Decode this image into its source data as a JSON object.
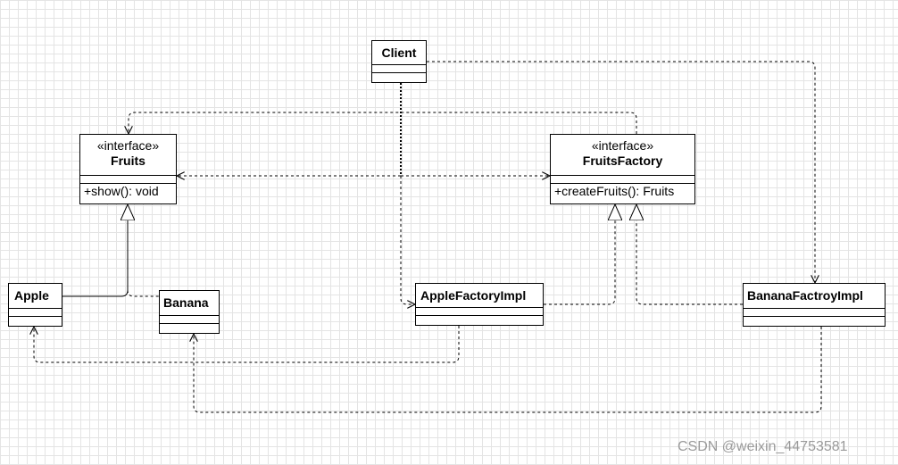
{
  "diagram": {
    "classes": {
      "client": {
        "name": "Client"
      },
      "fruits": {
        "stereotype": "«interface»",
        "name": "Fruits",
        "method": "+show(): void"
      },
      "fruits_factory": {
        "stereotype": "«interface»",
        "name": "FruitsFactory",
        "method": "+createFruits(): Fruits"
      },
      "apple": {
        "name": "Apple"
      },
      "banana": {
        "name": "Banana"
      },
      "apple_factory_impl": {
        "name": "AppleFactoryImpl"
      },
      "banana_factory_impl": {
        "name": "BananaFactroyImpl"
      }
    },
    "relations": [
      {
        "from": "Client",
        "to": "Fruits",
        "kind": "dependency"
      },
      {
        "from": "Client",
        "to": "FruitsFactory",
        "kind": "dependency"
      },
      {
        "from": "Client",
        "to": "AppleFactoryImpl",
        "kind": "dependency"
      },
      {
        "from": "Client",
        "to": "BananaFactroyImpl",
        "kind": "dependency"
      },
      {
        "from": "FruitsFactory",
        "to": "Fruits",
        "kind": "dependency"
      },
      {
        "from": "Apple",
        "to": "Fruits",
        "kind": "realization"
      },
      {
        "from": "Banana",
        "to": "Fruits",
        "kind": "realization"
      },
      {
        "from": "AppleFactoryImpl",
        "to": "FruitsFactory",
        "kind": "realization"
      },
      {
        "from": "BananaFactroyImpl",
        "to": "FruitsFactory",
        "kind": "realization"
      },
      {
        "from": "AppleFactoryImpl",
        "to": "Apple",
        "kind": "dependency"
      },
      {
        "from": "BananaFactroyImpl",
        "to": "Banana",
        "kind": "dependency"
      }
    ]
  },
  "watermark": "CSDN @weixin_44753581",
  "colors": {
    "line": "#000000",
    "grid": "#e4e4e4",
    "watermark": "#9a9a9a"
  }
}
